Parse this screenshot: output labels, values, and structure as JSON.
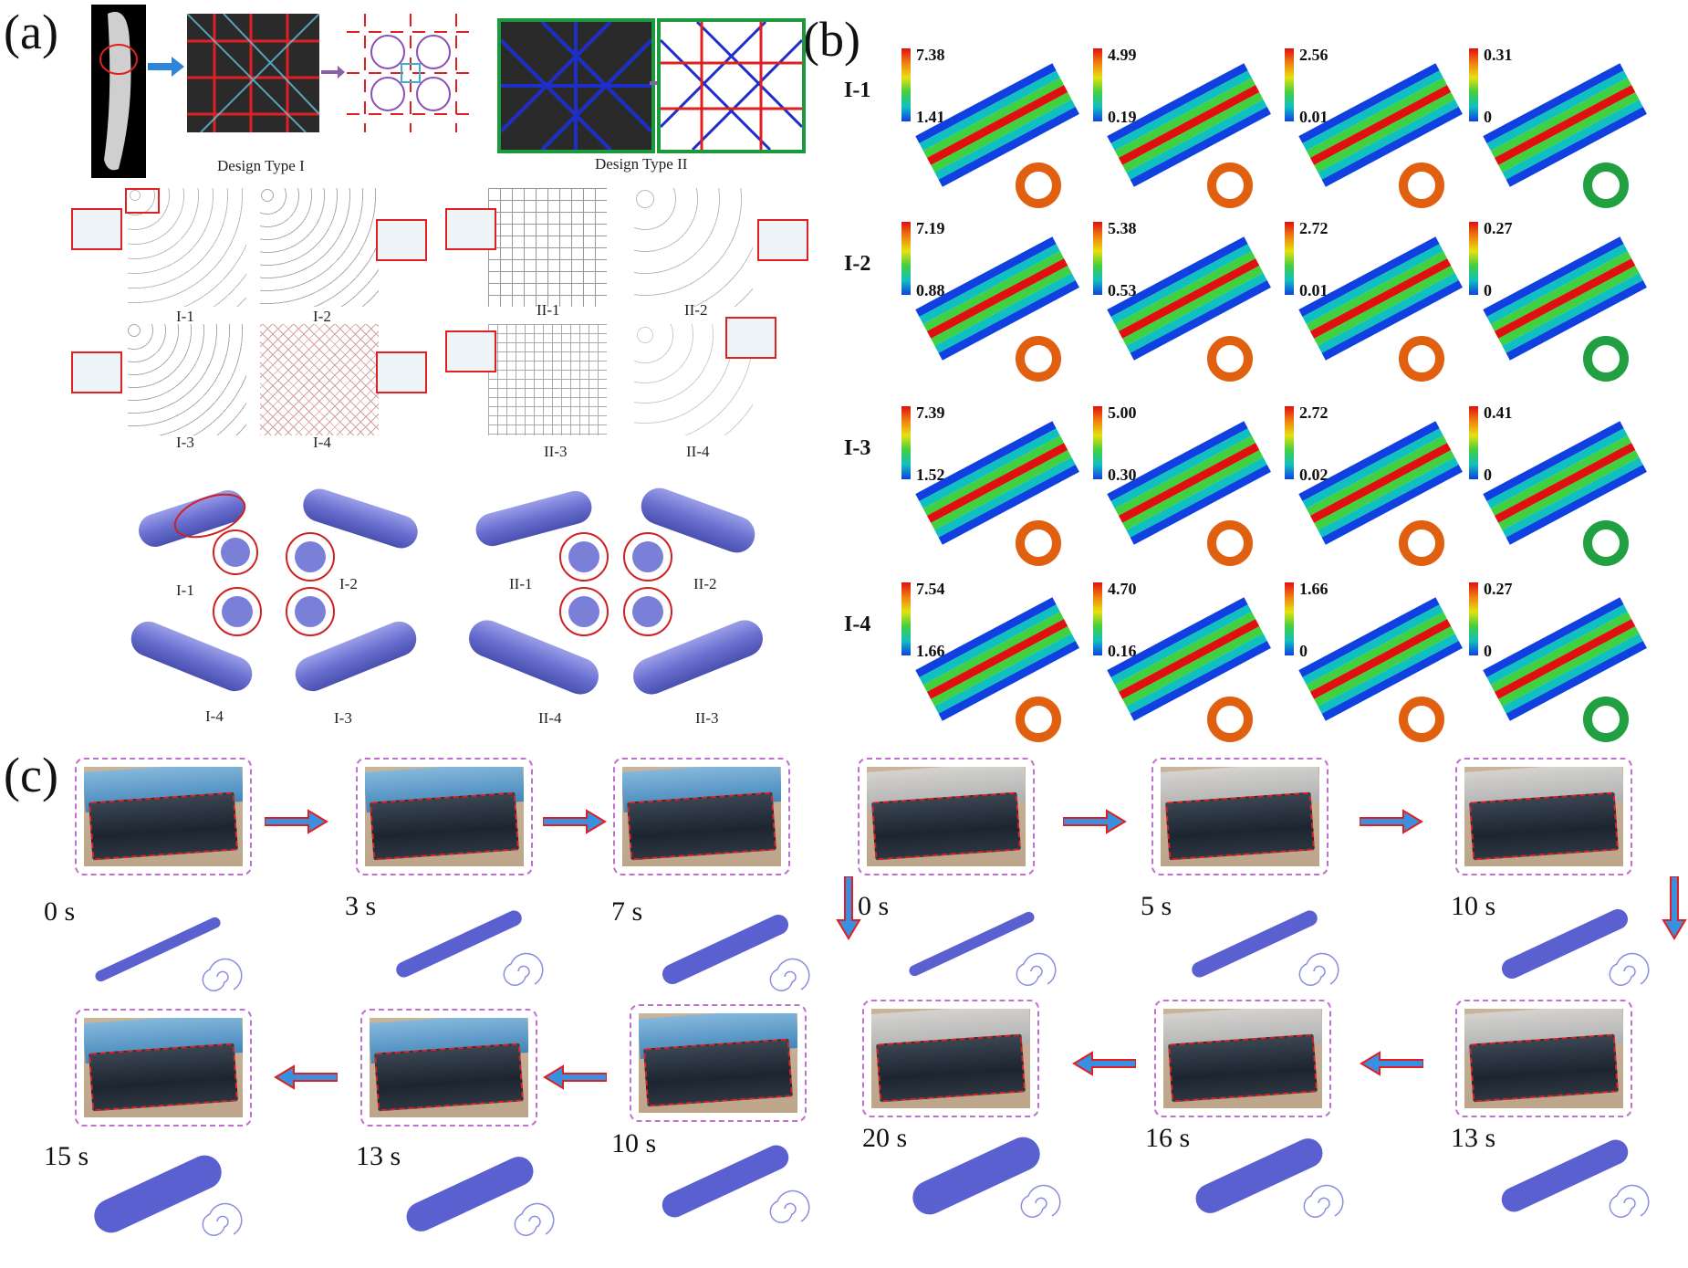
{
  "panels": {
    "a": "(a)",
    "b": "(b)",
    "c": "(c)"
  },
  "panel_a": {
    "design_type_1": "Design Type I",
    "design_type_2": "Design Type II",
    "pattern_labels": [
      "I-1",
      "I-2",
      "II-1",
      "II-2",
      "I-3",
      "I-4",
      "II-3",
      "II-4"
    ],
    "tube_labels": [
      "I-1",
      "I-2",
      "II-1",
      "II-2",
      "I-4",
      "I-3",
      "II-4",
      "II-3"
    ]
  },
  "panel_b": {
    "rows": [
      {
        "label": "I-1",
        "colorbars": [
          {
            "max": "7.38",
            "min": "1.41"
          },
          {
            "max": "4.99",
            "min": "0.19"
          },
          {
            "max": "2.56",
            "min": "0.01"
          },
          {
            "max": "0.31",
            "min": "0"
          }
        ]
      },
      {
        "label": "I-2",
        "colorbars": [
          {
            "max": "7.19",
            "min": "0.88"
          },
          {
            "max": "5.38",
            "min": "0.53"
          },
          {
            "max": "2.72",
            "min": "0.01"
          },
          {
            "max": "0.27",
            "min": "0"
          }
        ]
      },
      {
        "label": "I-3",
        "colorbars": [
          {
            "max": "7.39",
            "min": "1.52"
          },
          {
            "max": "5.00",
            "min": "0.30"
          },
          {
            "max": "2.72",
            "min": "0.02"
          },
          {
            "max": "0.41",
            "min": "0"
          }
        ]
      },
      {
        "label": "I-4",
        "colorbars": [
          {
            "max": "7.54",
            "min": "1.66"
          },
          {
            "max": "4.70",
            "min": "0.16"
          },
          {
            "max": "1.66",
            "min": "0"
          },
          {
            "max": "0.27",
            "min": "0"
          }
        ]
      }
    ]
  },
  "panel_c": {
    "left_sequence": [
      "0 s",
      "3 s",
      "7 s",
      "10 s",
      "13 s",
      "15 s"
    ],
    "right_sequence": [
      "0 s",
      "5 s",
      "10 s",
      "13 s",
      "16 s",
      "20 s"
    ]
  }
}
